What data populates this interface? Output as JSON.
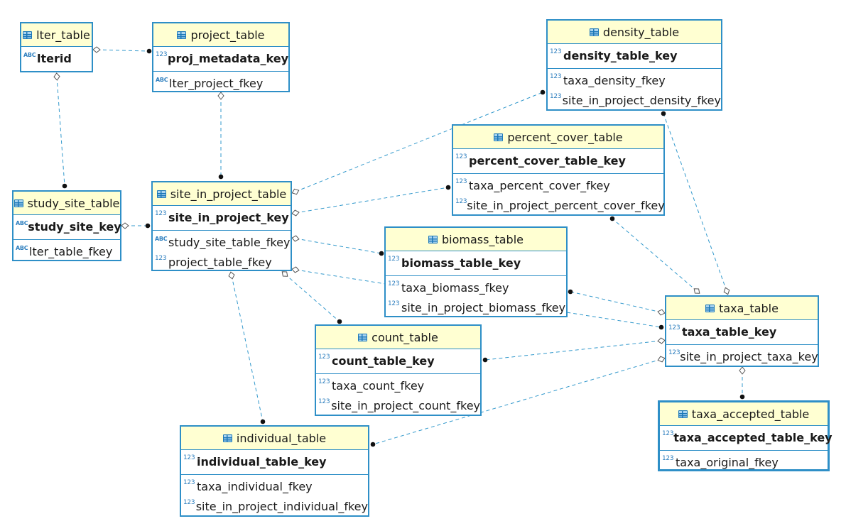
{
  "icons": {
    "table": "table-icon",
    "numeric_type": "numeric-type-icon",
    "text_type": "text-type-icon"
  },
  "colors": {
    "header_bg": "#ffffd2",
    "border": "#2e8fc7",
    "link": "#3399cc"
  },
  "tables": [
    {
      "id": "lter_table",
      "name": "lter_table",
      "key": {
        "type": "ABC",
        "name": "lterid"
      },
      "fields": []
    },
    {
      "id": "project_table",
      "name": "project_table",
      "key": {
        "type": "123",
        "name": "proj_metadata_key"
      },
      "fields": [
        {
          "type": "ABC",
          "name": "lter_project_fkey"
        }
      ]
    },
    {
      "id": "study_site_table",
      "name": "study_site_table",
      "key": {
        "type": "ABC",
        "name": "study_site_key"
      },
      "fields": [
        {
          "type": "ABC",
          "name": "lter_table_fkey"
        }
      ]
    },
    {
      "id": "site_in_project_table",
      "name": "site_in_project_table",
      "key": {
        "type": "123",
        "name": "site_in_project_key"
      },
      "fields": [
        {
          "type": "ABC",
          "name": "study_site_table_fkey"
        },
        {
          "type": "123",
          "name": "project_table_fkey"
        }
      ]
    },
    {
      "id": "density_table",
      "name": "density_table",
      "key": {
        "type": "123",
        "name": "density_table_key"
      },
      "fields": [
        {
          "type": "123",
          "name": "taxa_density_fkey"
        },
        {
          "type": "123",
          "name": "site_in_project_density_fkey"
        }
      ]
    },
    {
      "id": "percent_cover_table",
      "name": "percent_cover_table",
      "key": {
        "type": "123",
        "name": "percent_cover_table_key"
      },
      "fields": [
        {
          "type": "123",
          "name": "taxa_percent_cover_fkey"
        },
        {
          "type": "123",
          "name": "site_in_project_percent_cover_fkey"
        }
      ]
    },
    {
      "id": "biomass_table",
      "name": "biomass_table",
      "key": {
        "type": "123",
        "name": "biomass_table_key"
      },
      "fields": [
        {
          "type": "123",
          "name": "taxa_biomass_fkey"
        },
        {
          "type": "123",
          "name": "site_in_project_biomass_fkey"
        }
      ]
    },
    {
      "id": "count_table",
      "name": "count_table",
      "key": {
        "type": "123",
        "name": "count_table_key"
      },
      "fields": [
        {
          "type": "123",
          "name": "taxa_count_fkey"
        },
        {
          "type": "123",
          "name": "site_in_project_count_fkey"
        }
      ]
    },
    {
      "id": "taxa_table",
      "name": "taxa_table",
      "key": {
        "type": "123",
        "name": "taxa_table_key"
      },
      "fields": [
        {
          "type": "123",
          "name": "site_in_project_taxa_key"
        }
      ]
    },
    {
      "id": "taxa_accepted_table",
      "name": "taxa_accepted_table",
      "key": {
        "type": "123",
        "name": "taxa_accepted_table_key"
      },
      "fields": [
        {
          "type": "123",
          "name": "taxa_original_fkey"
        }
      ]
    },
    {
      "id": "individual_table",
      "name": "individual_table",
      "key": {
        "type": "123",
        "name": "individual_table_key"
      },
      "fields": [
        {
          "type": "123",
          "name": "taxa_individual_fkey"
        },
        {
          "type": "123",
          "name": "site_in_project_individual_fkey"
        }
      ]
    }
  ],
  "relationships": [
    {
      "from": "lter_table",
      "to": "project_table"
    },
    {
      "from": "lter_table",
      "to": "study_site_table"
    },
    {
      "from": "project_table",
      "to": "site_in_project_table"
    },
    {
      "from": "study_site_table",
      "to": "site_in_project_table"
    },
    {
      "from": "site_in_project_table",
      "to": "density_table"
    },
    {
      "from": "site_in_project_table",
      "to": "percent_cover_table"
    },
    {
      "from": "site_in_project_table",
      "to": "biomass_table"
    },
    {
      "from": "site_in_project_table",
      "to": "count_table"
    },
    {
      "from": "site_in_project_table",
      "to": "taxa_table"
    },
    {
      "from": "site_in_project_table",
      "to": "individual_table"
    },
    {
      "from": "taxa_table",
      "to": "density_table"
    },
    {
      "from": "taxa_table",
      "to": "percent_cover_table"
    },
    {
      "from": "taxa_table",
      "to": "biomass_table"
    },
    {
      "from": "taxa_table",
      "to": "count_table"
    },
    {
      "from": "taxa_table",
      "to": "individual_table"
    },
    {
      "from": "taxa_table",
      "to": "taxa_accepted_table"
    }
  ]
}
